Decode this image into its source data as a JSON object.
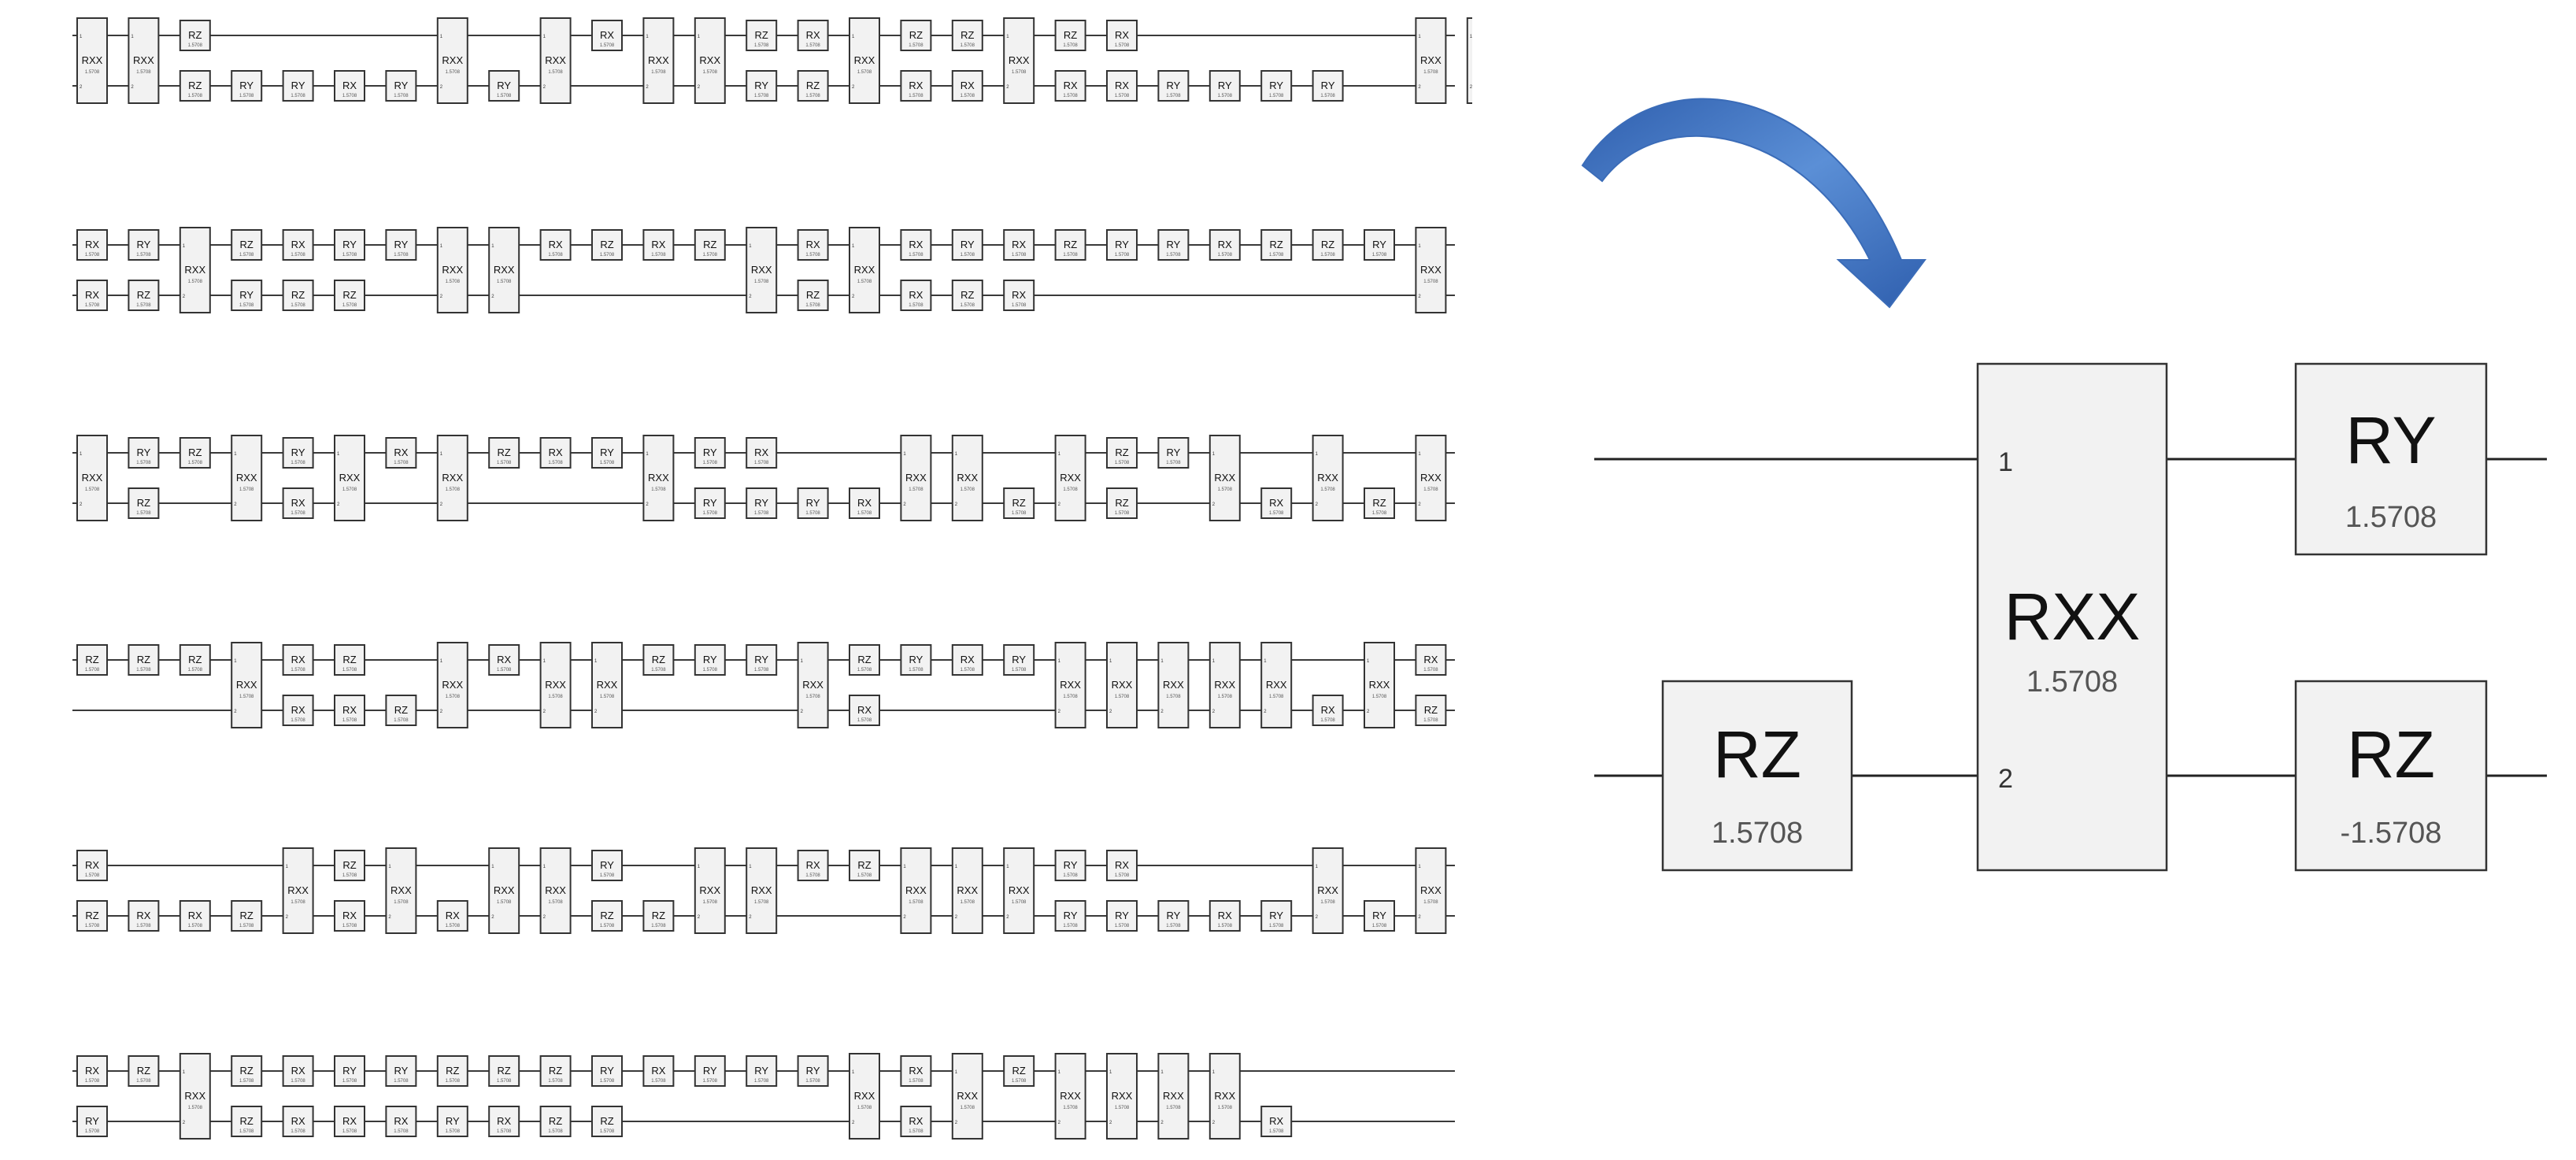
{
  "colors": {
    "gate_fill": "#f2f2f2",
    "gate_stroke": "#333333",
    "wire": "#3a3a3a",
    "arrow": "#4a7ec4"
  },
  "rows": [
    {
      "name": "row-1",
      "top": [
        "RXX",
        "RZ",
        "RZ",
        "",
        "",
        "",
        "",
        "RXX",
        "",
        "RXX",
        "RX",
        "RXX",
        "RXX",
        "RZ",
        "RX",
        "RXX",
        "RZ",
        "RZ",
        "RXX",
        "RZ",
        "RX",
        "",
        "",
        "",
        "",
        "",
        "RXX",
        "RXX"
      ],
      "bottom": [
        "RY",
        "RXX",
        "RZ",
        "RY",
        "RY",
        "RX",
        "RY",
        "RXX",
        "RY",
        "RXX",
        "",
        "RXX",
        "RXX",
        "RY",
        "RZ",
        "RXX",
        "RX",
        "RX",
        "RXX",
        "RX",
        "RX",
        "RY",
        "RY",
        "RY",
        "RY",
        "",
        "RXX",
        "RXX"
      ]
    },
    {
      "name": "row-2",
      "top": [
        "RX",
        "RY",
        "RXX",
        "RZ",
        "RX",
        "RY",
        "RY",
        "RXX",
        "RXX",
        "RX",
        "RZ",
        "RX",
        "RZ",
        "RXX",
        "RX",
        "RXX",
        "RX",
        "RY",
        "RX",
        "RZ",
        "RY",
        "RY",
        "RX",
        "RZ",
        "RZ",
        "RY",
        "RXX"
      ],
      "bottom": [
        "RX",
        "RZ",
        "RXX",
        "RY",
        "RZ",
        "RZ",
        "",
        "RXX",
        "RXX",
        "",
        "",
        "",
        "",
        "RXX",
        "RZ",
        "RXX",
        "RX",
        "RZ",
        "RX",
        "",
        "",
        "",
        "",
        "",
        "",
        "",
        "RXX"
      ]
    },
    {
      "name": "row-3",
      "top": [
        "RXX",
        "RY",
        "RZ",
        "RXX",
        "RY",
        "RXX",
        "RX",
        "RXX",
        "RZ",
        "RX",
        "RY",
        "RXX",
        "RY",
        "RX",
        "",
        "",
        "RXX",
        "RXX",
        "",
        "RXX",
        "RZ",
        "RY",
        "RXX",
        "",
        "RXX",
        "",
        "RXX"
      ],
      "bottom": [
        "RXX",
        "RZ",
        "",
        "RXX",
        "RX",
        "RXX",
        "",
        "RXX",
        "",
        "",
        "",
        "RXX",
        "RY",
        "RY",
        "RY",
        "RX",
        "RXX",
        "RXX",
        "RZ",
        "RXX",
        "RZ",
        "",
        "RXX",
        "RX",
        "RXX",
        "RZ",
        "RXX"
      ]
    },
    {
      "name": "row-4",
      "top": [
        "RZ",
        "RZ",
        "RZ",
        "RXX",
        "RX",
        "RZ",
        "",
        "RXX",
        "RX",
        "RXX",
        "RXX",
        "RZ",
        "RY",
        "RY",
        "RXX",
        "RZ",
        "RY",
        "RX",
        "RY",
        "RXX",
        "RXX",
        "RXX",
        "RXX",
        "RXX",
        "",
        "RXX",
        "RX"
      ],
      "bottom": [
        "",
        "",
        "",
        "RXX",
        "RX",
        "RX",
        "RZ",
        "RXX",
        "",
        "RXX",
        "RXX",
        "",
        "",
        "",
        "RXX",
        "RX",
        "",
        "",
        "",
        "RXX",
        "RXX",
        "RXX",
        "RXX",
        "RXX",
        "RX",
        "RXX",
        "RZ"
      ]
    },
    {
      "name": "row-5",
      "top": [
        "RX",
        "",
        "",
        "",
        "RXX",
        "RZ",
        "RXX",
        "",
        "RXX",
        "RXX",
        "RY",
        "",
        "RXX",
        "RXX",
        "RX",
        "RZ",
        "RXX",
        "RXX",
        "RXX",
        "RY",
        "RX",
        "",
        "",
        "",
        "RXX",
        "",
        "RXX"
      ],
      "bottom": [
        "RZ",
        "RX",
        "RX",
        "RZ",
        "RXX",
        "RX",
        "RXX",
        "RX",
        "RXX",
        "RXX",
        "RZ",
        "RZ",
        "RXX",
        "RXX",
        "",
        "",
        "RXX",
        "RXX",
        "RXX",
        "RY",
        "RY",
        "RY",
        "RX",
        "RY",
        "RXX",
        "RY",
        "RXX"
      ]
    },
    {
      "name": "row-6",
      "top": [
        "RX",
        "RZ",
        "RXX",
        "RZ",
        "RX",
        "RY",
        "RY",
        "RZ",
        "RZ",
        "RZ",
        "RY",
        "RX",
        "RY",
        "RY",
        "RY",
        "RXX",
        "RX",
        "RXX",
        "RZ",
        "RXX",
        "RXX",
        "RXX",
        "RXX",
        ""
      ],
      "bottom": [
        "RY",
        "",
        "RXX",
        "RZ",
        "RX",
        "RX",
        "RX",
        "RY",
        "RX",
        "RZ",
        "RZ",
        "",
        "",
        "",
        "",
        "RXX",
        "RX",
        "RXX",
        "",
        "RXX",
        "RXX",
        "RXX",
        "RXX",
        "RX"
      ]
    }
  ],
  "mini_param_label": "1.5708",
  "zoom": {
    "q1": "1",
    "q2": "2",
    "gate_rz": {
      "name": "RZ",
      "param": "1.5708"
    },
    "gate_rxx": {
      "name": "RXX",
      "param": "1.5708"
    },
    "gate_ry": {
      "name": "RY",
      "param": "1.5708"
    },
    "gate_rz2": {
      "name": "RZ",
      "param": "-1.5708"
    }
  }
}
